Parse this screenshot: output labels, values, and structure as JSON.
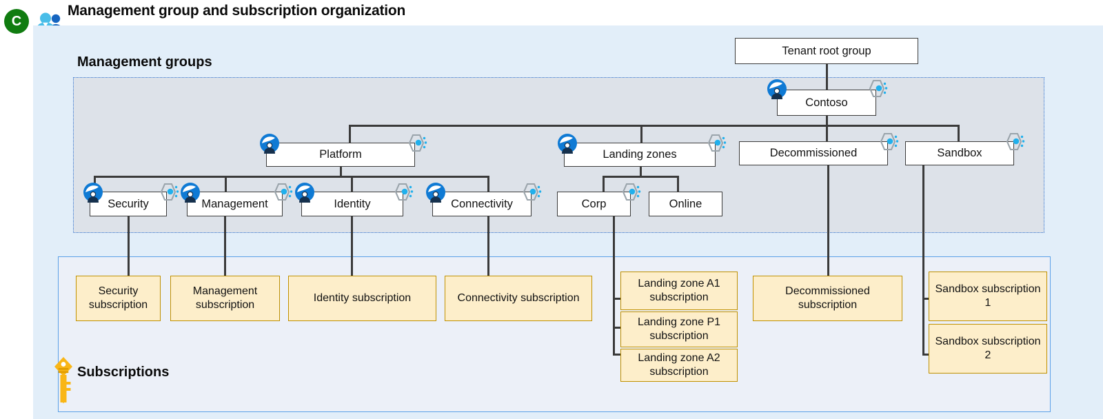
{
  "header": {
    "title": "Management group and subscription organization",
    "badge_letter": "C",
    "badge_color": "#107c10",
    "people_icon": "people-icon"
  },
  "regions": {
    "management_groups": {
      "label": "Management groups",
      "fill": "#dde2e9",
      "border": "#2a6fd0"
    },
    "subscriptions": {
      "label": "Subscriptions",
      "fill": "#ecf0f8",
      "border": "#5aa0e8",
      "icon": "key-icon"
    },
    "outer": {
      "fill": "#e2eef9"
    }
  },
  "colors": {
    "node_fill": "#ffffff",
    "node_border": "#3a3a3a",
    "subscription_fill": "#fdeeca",
    "subscription_border": "#bf9000",
    "connector": "#3a3a3a",
    "person_icon": "#0f7ad4",
    "hex_icon_outline": "#9aa4ab",
    "hex_icon_dot": "#21b0ec",
    "key_icon": "#f9b617"
  },
  "management_groups": {
    "tenant_root": {
      "label": "Tenant root group",
      "has_person_icon": false,
      "has_hex_icon": false
    },
    "contoso": {
      "label": "Contoso",
      "has_person_icon": true,
      "has_hex_icon": true
    },
    "level2": [
      {
        "label": "Platform",
        "has_person_icon": true,
        "has_hex_icon": true
      },
      {
        "label": "Landing zones",
        "has_person_icon": true,
        "has_hex_icon": true
      },
      {
        "label": "Decommissioned",
        "has_person_icon": false,
        "has_hex_icon": true
      },
      {
        "label": "Sandbox",
        "has_person_icon": false,
        "has_hex_icon": true
      }
    ],
    "platform_children": [
      {
        "label": "Security",
        "has_person_icon": true,
        "has_hex_icon": true
      },
      {
        "label": "Management",
        "has_person_icon": true,
        "has_hex_icon": true
      },
      {
        "label": "Identity",
        "has_person_icon": true,
        "has_hex_icon": true
      },
      {
        "label": "Connectivity",
        "has_person_icon": true,
        "has_hex_icon": true
      }
    ],
    "landing_zone_children": [
      {
        "label": "Corp",
        "has_person_icon": false,
        "has_hex_icon": true
      },
      {
        "label": "Online",
        "has_person_icon": false,
        "has_hex_icon": false
      }
    ]
  },
  "subscriptions": {
    "platform": [
      {
        "label": "Security subscription",
        "parent": "Security"
      },
      {
        "label": "Management subscription",
        "parent": "Management"
      },
      {
        "label": "Identity subscription",
        "parent": "Identity"
      },
      {
        "label": "Connectivity subscription",
        "parent": "Connectivity"
      }
    ],
    "corp": [
      {
        "label": "Landing zone A1 subscription",
        "parent": "Corp"
      },
      {
        "label": "Landing zone P1 subscription",
        "parent": "Corp"
      },
      {
        "label": "Landing zone A2 subscription",
        "parent": "Corp"
      }
    ],
    "decommissioned": [
      {
        "label": "Decommissioned subscription",
        "parent": "Decommissioned"
      }
    ],
    "sandbox": [
      {
        "label": "Sandbox subscription 1",
        "parent": "Sandbox"
      },
      {
        "label": "Sandbox subscription 2",
        "parent": "Sandbox"
      }
    ]
  }
}
